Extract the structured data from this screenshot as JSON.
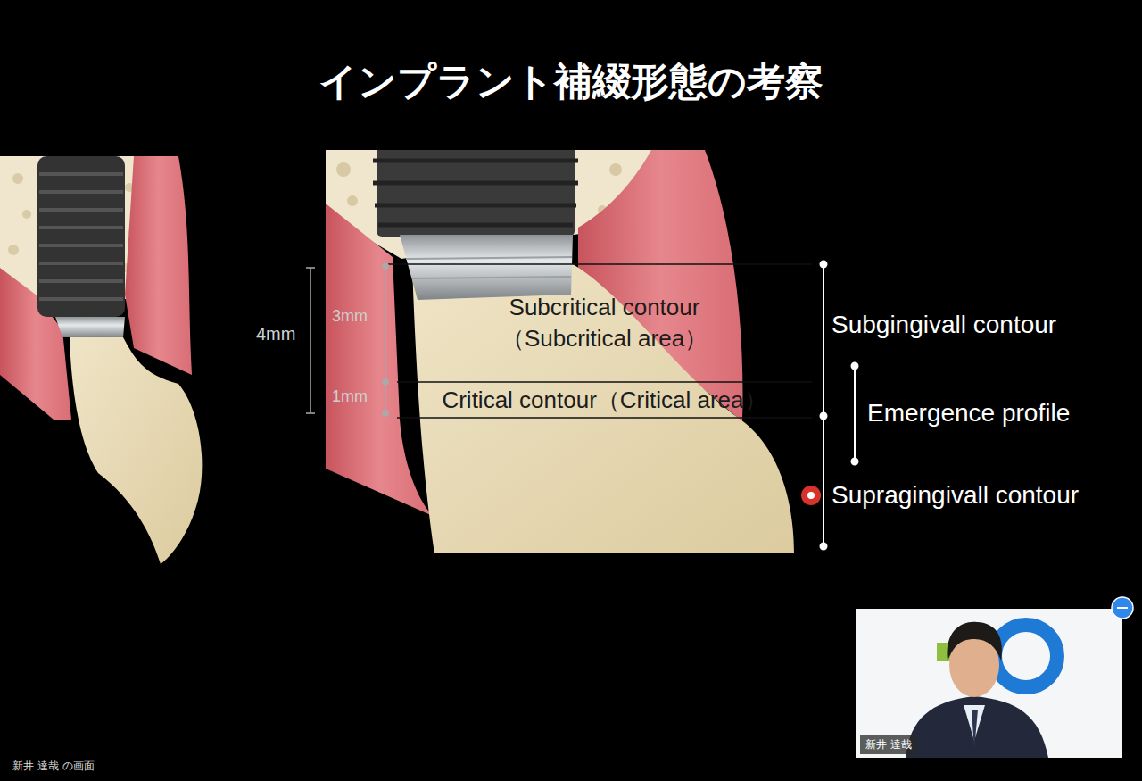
{
  "diagram": {
    "title": "インプラント補綴形態の考察",
    "nodes": [
      {
        "text": [
          "Subcritical contour （Subcritical area）"
        ]
      },
      {
        "text": [
          "Critical contour（Critical area）"
        ]
      },
      {
        "text": [
          "新井 達哉"
        ]
      }
    ],
    "labels": [
      "4mm",
      "3mm",
      "1mm",
      "Subgingivall contour",
      "Emergence profile",
      "Supragingivall contour",
      "新井 達哉 の画面"
    ]
  }
}
